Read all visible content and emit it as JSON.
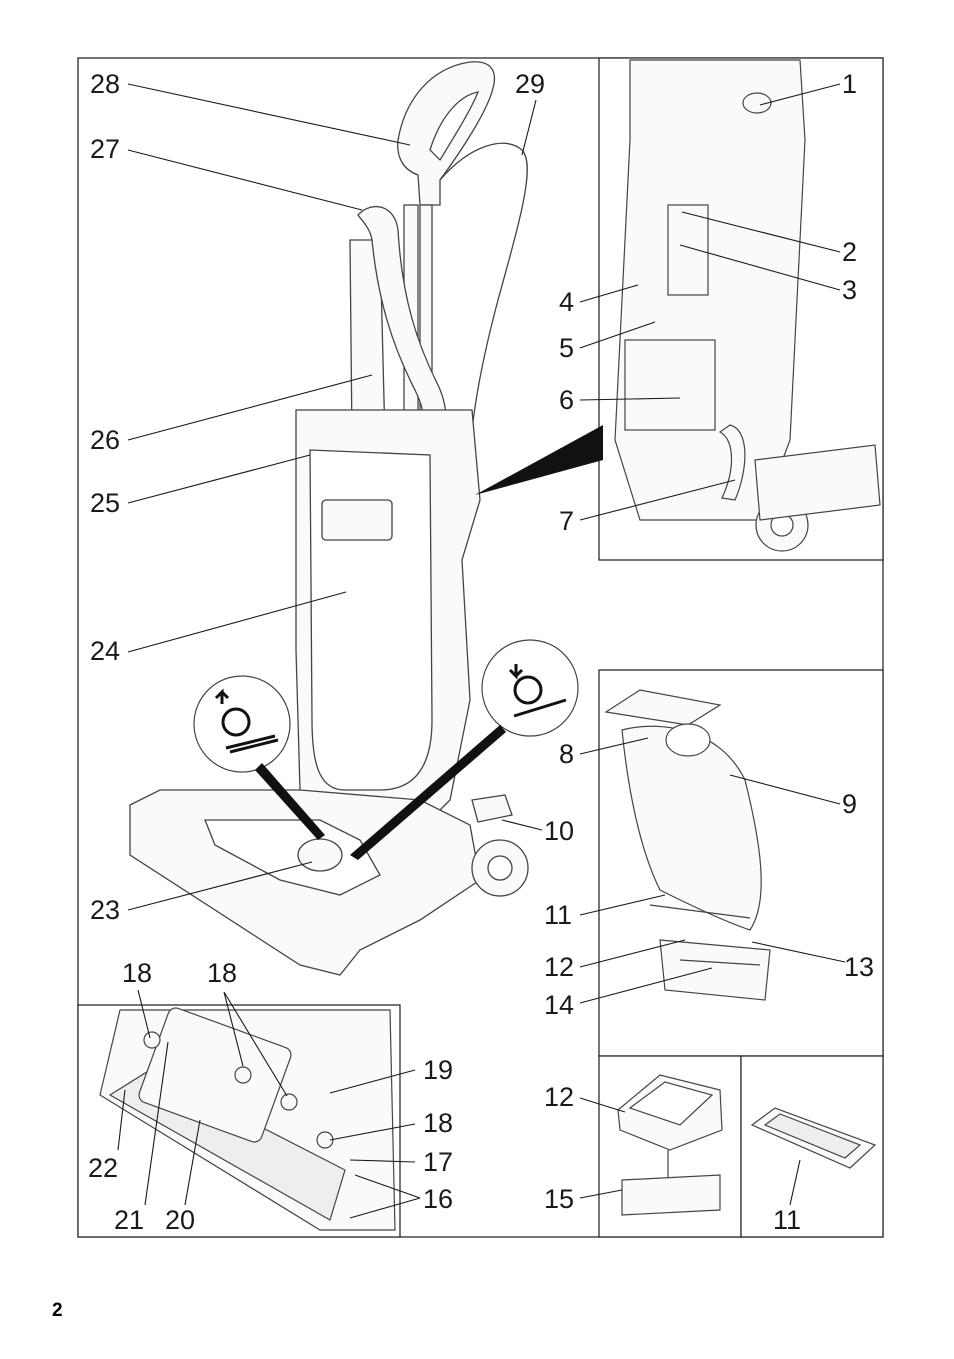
{
  "page_number": "2",
  "colors": {
    "line": "#1a1a1a",
    "panel": "#ffffff",
    "part_fill": "#fafafa",
    "part_stroke": "#444444"
  },
  "icons": [
    "brush-height-up-icon",
    "brush-height-down-icon"
  ],
  "callouts": {
    "main": [
      "28",
      "27",
      "29",
      "26",
      "25",
      "24",
      "23",
      "10"
    ],
    "top_detail": [
      "1",
      "2",
      "3",
      "4",
      "5",
      "6",
      "7"
    ],
    "bag_detail": [
      "8",
      "9",
      "11",
      "12",
      "13",
      "14"
    ],
    "brush_detail": [
      "18",
      "18",
      "19",
      "18",
      "17",
      "22",
      "16",
      "21",
      "20"
    ],
    "filter_detail": [
      "12",
      "15"
    ],
    "bag_tray_detail": [
      "11"
    ]
  }
}
